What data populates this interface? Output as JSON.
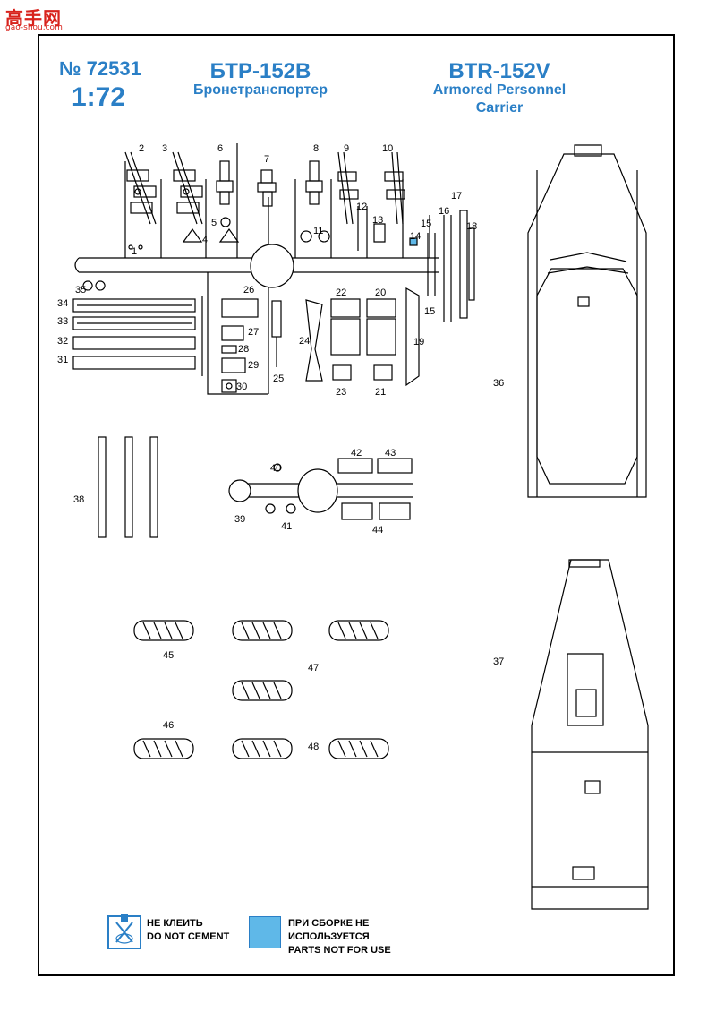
{
  "logo": {
    "text": "高手网",
    "url": "gao-shou.com"
  },
  "header": {
    "kit_number": "№ 72531",
    "scale": "1:72",
    "title_ru": "БТР-152В",
    "subtitle_ru": "Бронетранспортер",
    "title_en": "BTR-152V",
    "subtitle_en_line1": "Armored Personnel",
    "subtitle_en_line2": "Carrier"
  },
  "part_numbers": [
    "1",
    "2",
    "3",
    "4",
    "5",
    "6",
    "7",
    "8",
    "9",
    "10",
    "11",
    "12",
    "13",
    "14",
    "15",
    "15",
    "16",
    "17",
    "18",
    "19",
    "20",
    "21",
    "22",
    "23",
    "24",
    "25",
    "26",
    "27",
    "28",
    "29",
    "30",
    "31",
    "32",
    "33",
    "34",
    "35",
    "36",
    "37",
    "38",
    "39",
    "40",
    "41",
    "42",
    "43",
    "44",
    "45",
    "46",
    "47",
    "48"
  ],
  "legend": {
    "do_not_cement_ru": "НЕ КЛЕИТЬ",
    "do_not_cement_en": "DO NOT CEMENT",
    "not_for_use_ru1": "ПРИ СБОРКЕ НЕ",
    "not_for_use_ru2": "ИСПОЛЬЗУЕТСЯ",
    "not_for_use_en": "PARTS NOT FOR USE"
  },
  "colors": {
    "accent": "#2a7fc6",
    "legend_fill": "#5fb8e8",
    "logo": "#d8231d"
  }
}
